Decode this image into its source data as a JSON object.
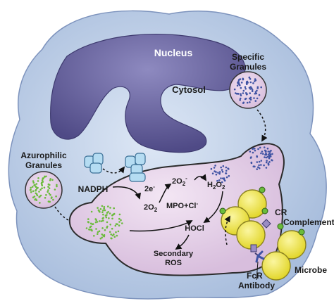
{
  "labels": {
    "nucleus": "Nucleus",
    "cytosol": "Cytosol",
    "specific_granules_line1": "Specific",
    "specific_granules_line2": "Granules",
    "azurophilic_granules_line1": "Azurophilic",
    "azurophilic_granules_line2": "Granules",
    "nadph": "NADPH",
    "two_e": "2e",
    "two_e_sup": "-",
    "two_o2": "2O",
    "two_o2_sub": "2",
    "superoxide": "2O",
    "superoxide_sub": "2",
    "superoxide_sup": "-",
    "h2o2_h": "H",
    "h2o2_sub1": "2",
    "h2o2_o": "O",
    "h2o2_sub2": "2",
    "mpo_cl": "MPO+Cl",
    "mpo_cl_sup": "-",
    "hocl": "HOCl",
    "secondary_ros_line1": "Secondary",
    "secondary_ros_line2": "ROS",
    "cr": "CR",
    "complement": "Complement",
    "microbe": "Microbe",
    "fcr": "FcR",
    "antibody": "Antibody"
  },
  "colors": {
    "cell_fill": "#c9d8ee",
    "nucleus_fill": "#7e7ab2",
    "phagosome_fill": "#ecd7ee",
    "phagosome_stroke": "#2b2b2b",
    "green_granule": "#6bbb3c",
    "blue_granule": "#3f53a3",
    "microbe_fill": "#f2ea4e",
    "oxidase_fill": "#b5dcf2",
    "receptor_fill": "#9a8cc4"
  }
}
